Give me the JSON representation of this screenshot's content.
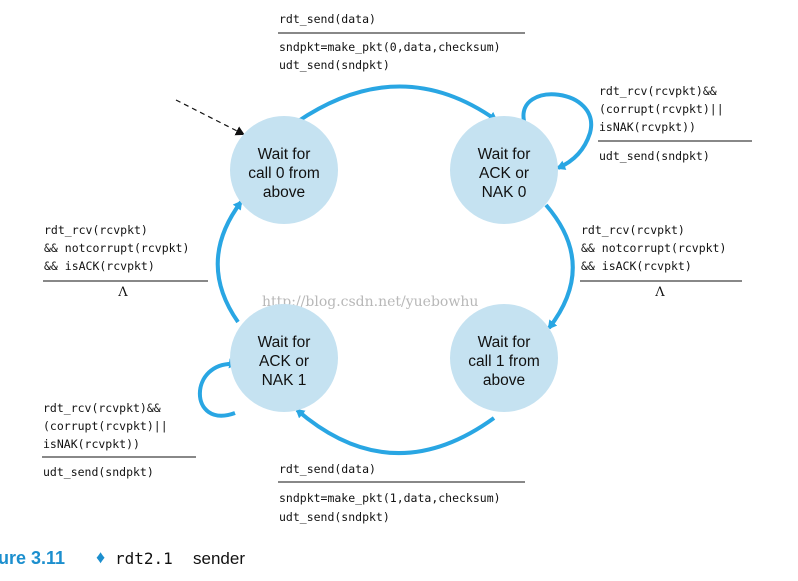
{
  "colors": {
    "state_fill": "#c5e2f1",
    "arrow": "#29a6e3",
    "caption_accent": "#1c8fce"
  },
  "states": {
    "wait_call_0": [
      "Wait for",
      "call 0 from",
      "above"
    ],
    "wait_ack_0": [
      "Wait for",
      "ACK or",
      "NAK 0"
    ],
    "wait_call_1": [
      "Wait for",
      "call 1 from",
      "above"
    ],
    "wait_ack_1": [
      "Wait for",
      "ACK or",
      "NAK 1"
    ]
  },
  "transitions": {
    "top": {
      "event": [
        "rdt_send(data)"
      ],
      "action": [
        "sndpkt=make_pkt(0,data,checksum)",
        "udt_send(sndpkt)"
      ]
    },
    "self_ack_0": {
      "event": [
        "rdt_rcv(rcvpkt)&&",
        "(corrupt(rcvpkt)||",
        "isNAK(rcvpkt))"
      ],
      "action": [
        "udt_send(sndpkt)"
      ]
    },
    "right": {
      "event": [
        "rdt_rcv(rcvpkt)",
        "&& notcorrupt(rcvpkt)",
        "&& isACK(rcvpkt)"
      ],
      "action": [
        "Λ"
      ]
    },
    "left": {
      "event": [
        "rdt_rcv(rcvpkt)",
        "&& notcorrupt(rcvpkt)",
        "&& isACK(rcvpkt)"
      ],
      "action": [
        "Λ"
      ]
    },
    "self_ack_1": {
      "event": [
        "rdt_rcv(rcvpkt)&&",
        "(corrupt(rcvpkt)||",
        "isNAK(rcvpkt))"
      ],
      "action": [
        "udt_send(sndpkt)"
      ]
    },
    "bottom": {
      "event": [
        "rdt_send(data)"
      ],
      "action": [
        "sndpkt=make_pkt(1,data,checksum)",
        "udt_send(sndpkt)"
      ]
    }
  },
  "watermark": "http://blog.csdn.net/yuebowhu",
  "caption": {
    "figure_label": "ure 3.11",
    "diamond": "♦",
    "code": "rdt2.1",
    "word": "sender"
  }
}
